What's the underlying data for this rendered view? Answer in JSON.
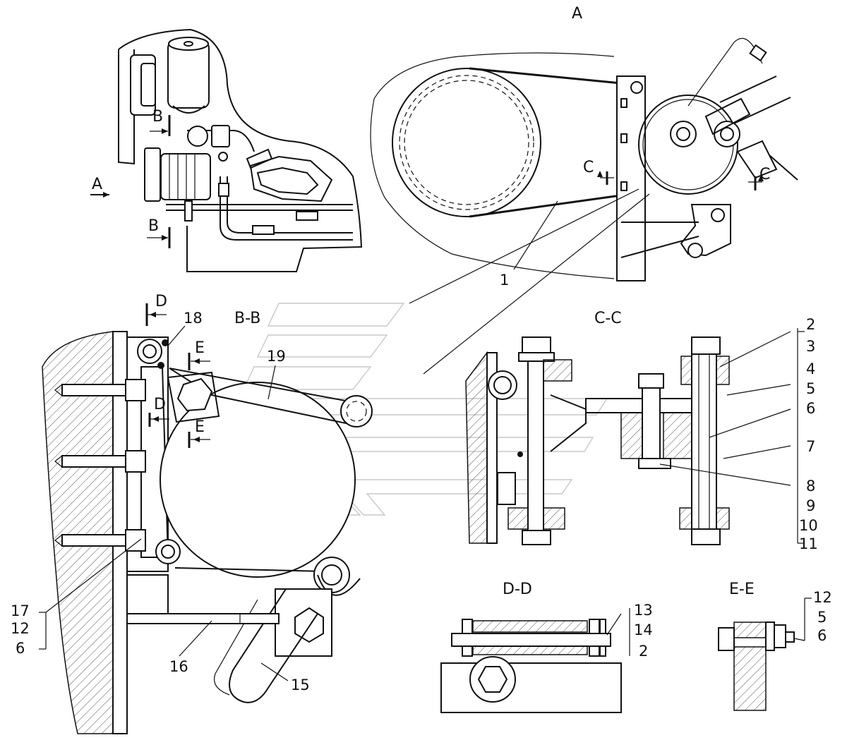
{
  "views": {
    "view_a": "A",
    "section_bb": "B-B",
    "section_cc": "C-C",
    "section_dd": "D-D",
    "section_ee": "E-E"
  },
  "cut_marks": {
    "a_arrow": "A",
    "b_top": "B",
    "b_bottom": "B",
    "c_left": "C",
    "c_right": "C",
    "d_top": "D",
    "d_mid": "D",
    "e_top": "E",
    "e_mid": "E"
  },
  "callouts": {
    "p1": "1",
    "p2_cc": "2",
    "p3": "3",
    "p4": "4",
    "p5_cc": "5",
    "p6_cc": "6",
    "p7": "7",
    "p8": "8",
    "p9": "9",
    "p10": "10",
    "p11": "11",
    "p17": "17",
    "p12_bb": "12",
    "p6_bb": "6",
    "p18": "18",
    "p19": "19",
    "p16": "16",
    "p15": "15",
    "p13": "13",
    "p14": "14",
    "p2_dd": "2",
    "p12_ee": "12",
    "p5_ee": "5",
    "p6_ee": "6"
  }
}
